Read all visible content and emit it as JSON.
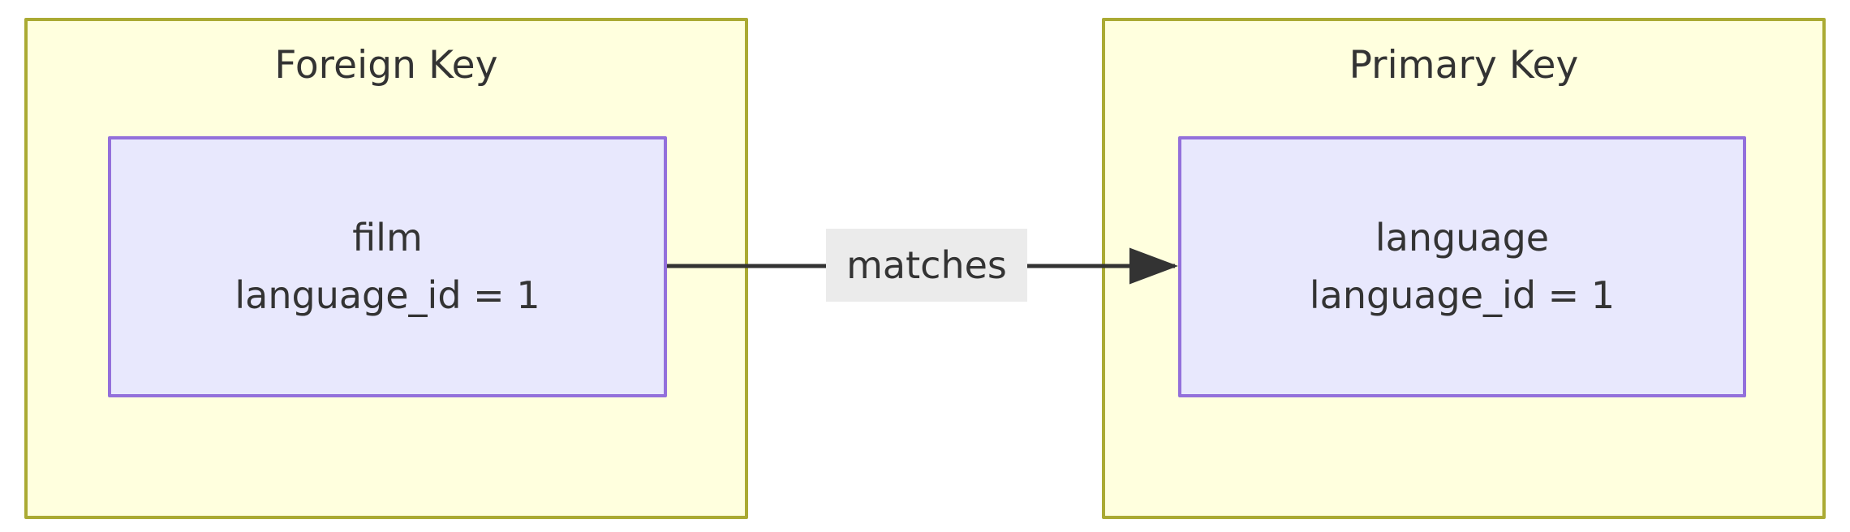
{
  "diagram": {
    "type": "flowchart-lr",
    "background_color": "#ffffff",
    "clusters": [
      {
        "id": "foreign-key",
        "title": "Foreign Key",
        "fill_color": "#ffffde",
        "border_color": "#aaaa33"
      },
      {
        "id": "primary-key",
        "title": "Primary Key",
        "fill_color": "#ffffde",
        "border_color": "#9370db"
      }
    ],
    "nodes": [
      {
        "id": "film",
        "cluster": "foreign-key",
        "line1": "film",
        "line2": "language_id = 1",
        "fill_color": "#e8e8fd",
        "border_color": "#9370db"
      },
      {
        "id": "language",
        "cluster": "primary-key",
        "line1": "language",
        "line2": "language_id = 1",
        "fill_color": "#e8e8fd",
        "border_color": "#9370db"
      }
    ],
    "edges": [
      {
        "id": "film-to-language",
        "from": "film",
        "to": "language",
        "label": "matches",
        "arrow": "arrow-head-right-icon",
        "line_color": "#333333",
        "label_background": "#ebebeb"
      }
    ],
    "text_color": "#333333"
  }
}
